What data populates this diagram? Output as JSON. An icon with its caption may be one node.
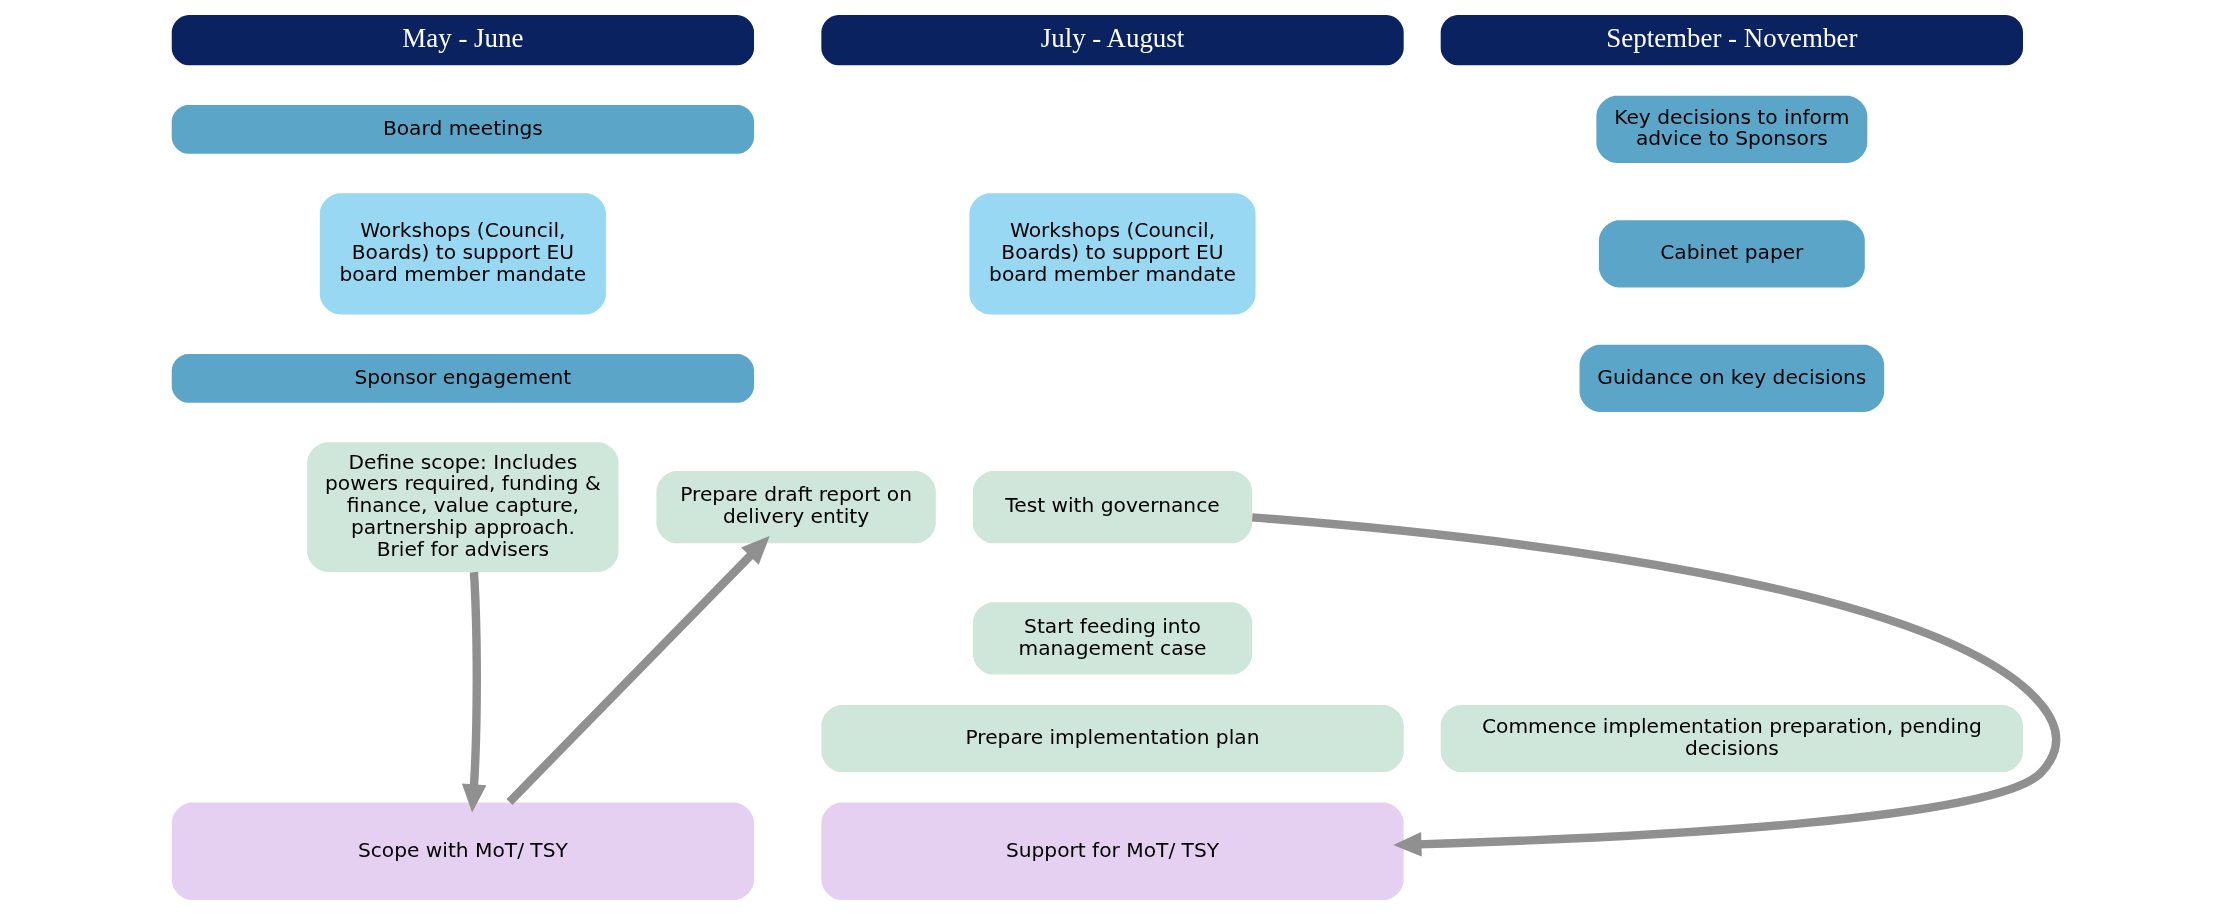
{
  "diagram": {
    "nodes": [
      {
        "text": [
          "May - June"
        ]
      },
      {
        "text": [
          "July - August"
        ]
      },
      {
        "text": [
          "September - November"
        ]
      },
      {
        "text": [
          "Board meetings"
        ]
      },
      {
        "text": [
          "Key decisions to inform advice to Sponsors"
        ]
      },
      {
        "text": [
          "Workshops (Council, Boards) to support EU board member mandate"
        ]
      },
      {
        "text": [
          "Workshops (Council, Boards) to support EU board member mandate"
        ]
      },
      {
        "text": [
          "Cabinet paper"
        ]
      },
      {
        "text": [
          "Sponsor engagement"
        ]
      },
      {
        "text": [
          "Guidance on key decisions"
        ]
      },
      {
        "text": [
          "Define scope: Includes powers required, funding & finance, value capture, partnership approach. Brief for advisers"
        ]
      },
      {
        "text": [
          "Prepare draft report on delivery entity"
        ]
      },
      {
        "text": [
          "Test with governance"
        ]
      },
      {
        "text": [
          "Start feeding into management case"
        ]
      },
      {
        "text": [
          "Prepare implementation plan"
        ]
      },
      {
        "text": [
          "Commence implementation preparation, pending decisions"
        ]
      },
      {
        "text": [
          "Scope with MoT/ TSY"
        ]
      },
      {
        "text": [
          "Support for MoT/ TSY"
        ]
      }
    ],
    "edges": [
      {
        "from": 10,
        "to": 16,
        "arrow": "to"
      },
      {
        "from": 16,
        "to": 11,
        "arrow": "to"
      },
      {
        "from": 12,
        "to": 17,
        "arrow": "to"
      }
    ]
  }
}
